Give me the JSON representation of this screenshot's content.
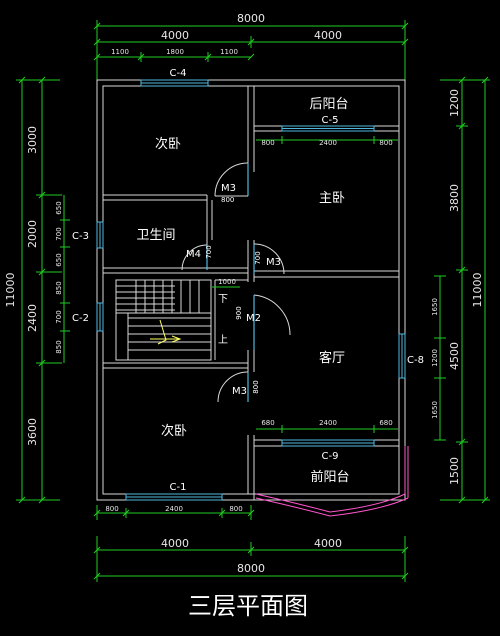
{
  "title": "三层平面图",
  "overall": {
    "width": "8000",
    "depth": "11000"
  },
  "top_dims": {
    "half_left": "4000",
    "half_right": "4000",
    "sub": [
      "1100",
      "1800",
      "1100"
    ]
  },
  "bottom_dims": {
    "half_left": "4000",
    "half_right": "4000",
    "sub": [
      "800",
      "2400",
      "800"
    ]
  },
  "left_dims": {
    "major": [
      "3000",
      "2000",
      "2400",
      "3600"
    ],
    "minor": [
      "650",
      "700",
      "650",
      "850",
      "700",
      "850"
    ]
  },
  "right_dims": {
    "major": [
      "1200",
      "3800",
      "4500",
      "1500"
    ],
    "minor": [
      "1650",
      "1200",
      "1650"
    ]
  },
  "rooms": {
    "bedroom_nw": "次卧",
    "bathroom": "卫生间",
    "bedroom_sw": "次卧",
    "back_balcony": "后阳台",
    "master": "主卧",
    "living": "客厅",
    "front_balcony": "前阳台"
  },
  "windows": {
    "c4": "C-4",
    "c5": "C-5",
    "c3": "C-3",
    "c2": "C-2",
    "c1": "C-1",
    "c8": "C-8",
    "c9": "C-9"
  },
  "doors": {
    "m3_a": "M3",
    "m4": "M4",
    "m3_b": "M3",
    "m2": "M2",
    "m3_c": "M3"
  },
  "small_dims": {
    "m3a_w": "800",
    "m4_w": "700",
    "m3b_w": "700",
    "stair_w": "1000",
    "m2_w": "900",
    "m3c_w": "800",
    "master_win": [
      "800",
      "2400",
      "800"
    ],
    "living_win": [
      "680",
      "2400",
      "680"
    ]
  },
  "stair": {
    "down": "下",
    "up": "上"
  }
}
